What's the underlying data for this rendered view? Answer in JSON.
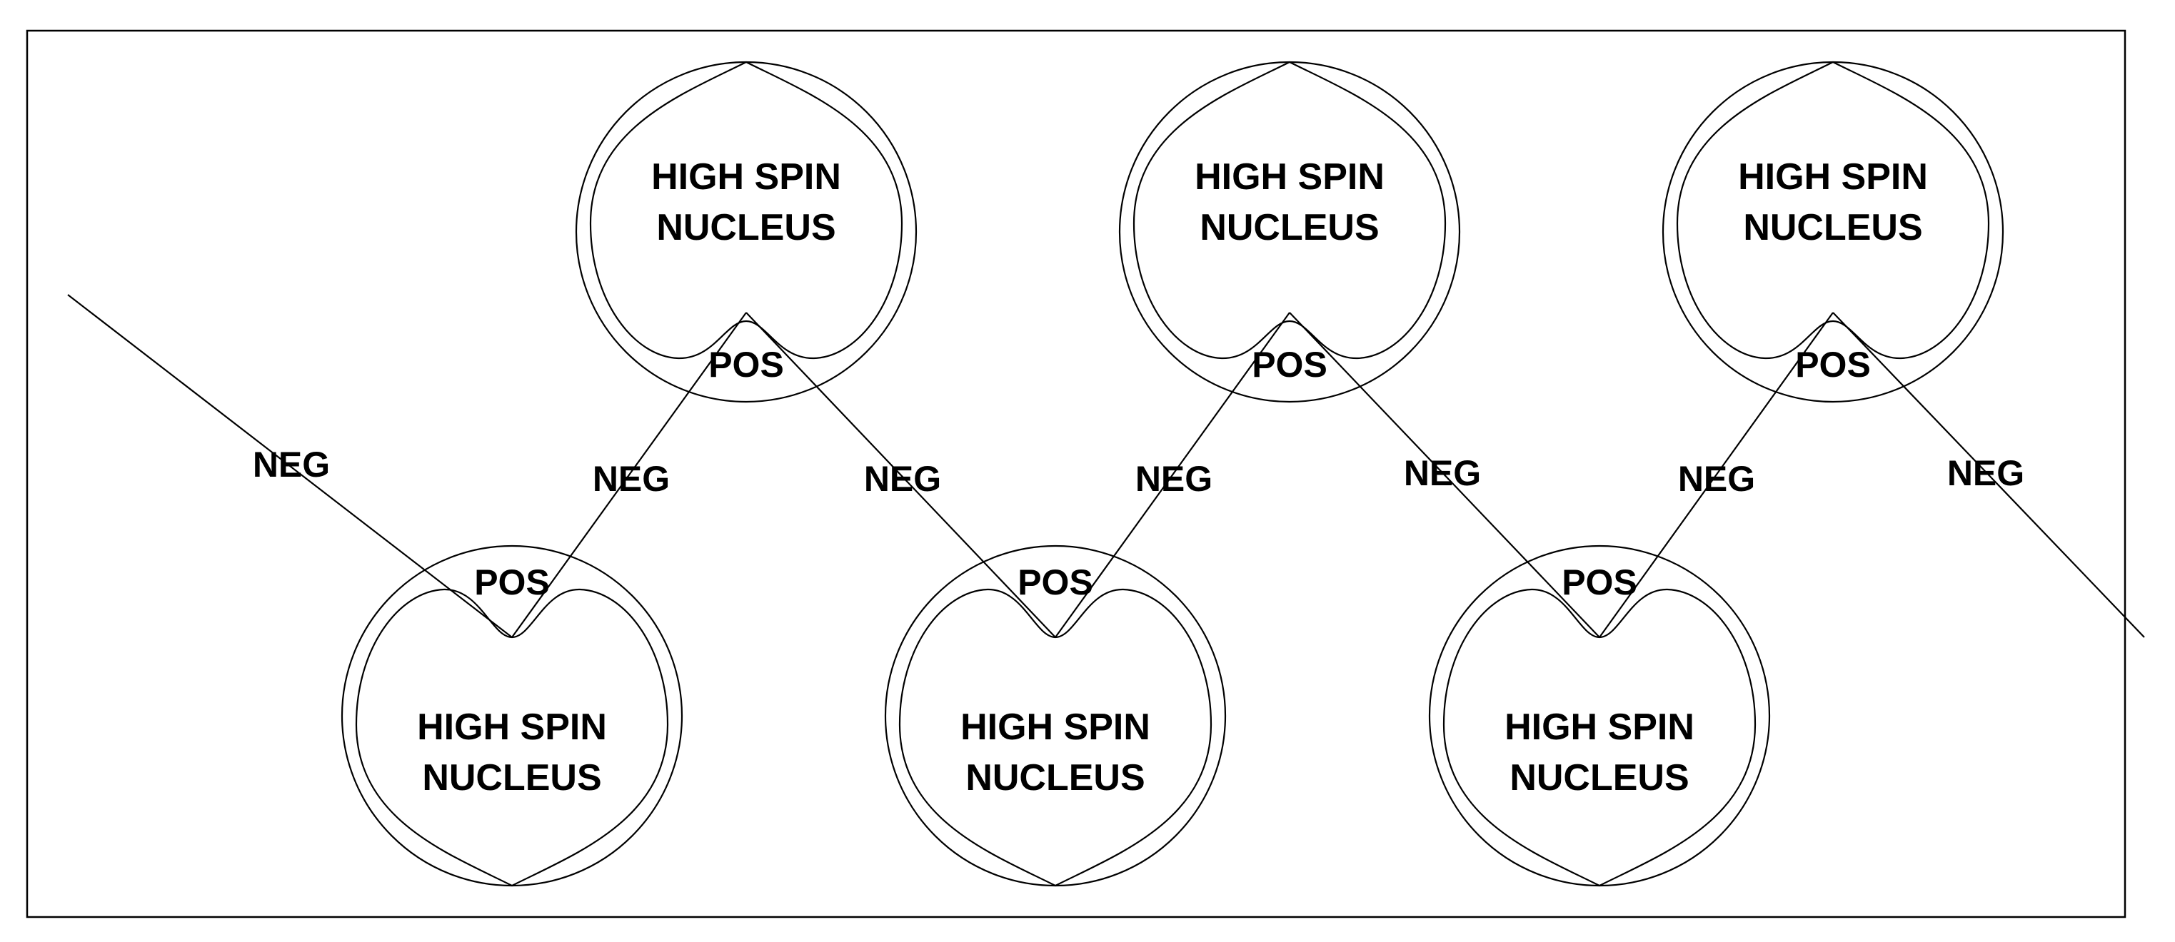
{
  "diagram": {
    "nucleus_label_line1": "HIGH SPIN",
    "nucleus_label_line2": "NUCLEUS",
    "pos_label": "POS",
    "neg_label": "NEG",
    "colors": {
      "ink": "#000000",
      "background": "#ffffff"
    }
  }
}
